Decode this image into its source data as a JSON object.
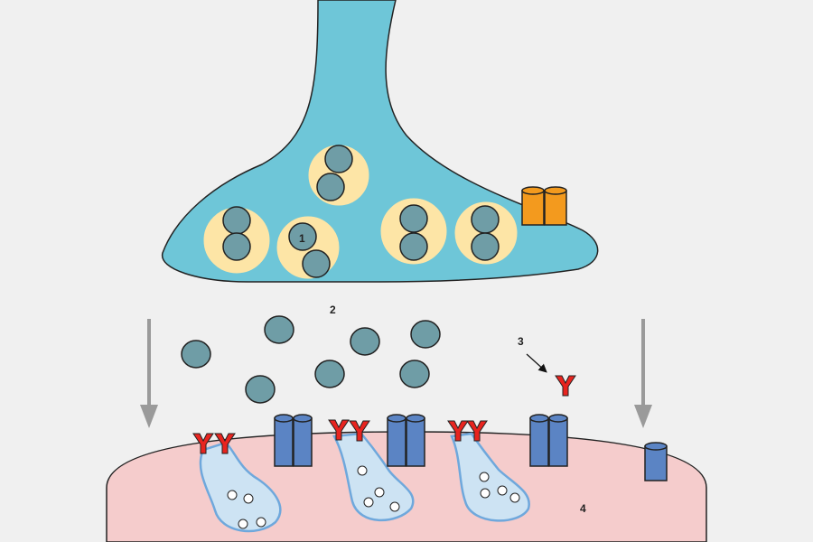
{
  "labels": {
    "one": "1",
    "two": "2",
    "three": "3",
    "four": "4"
  },
  "colors": {
    "background": "#f0f0f0",
    "presynaptic_terminal": "#6ec6d8",
    "vesicle": "#fde5a6",
    "neurotransmitter": "#6f9da6",
    "ion_channel_orange": "#f39a1e",
    "receptor": "#5b84c4",
    "antibody_red": "#e8241f",
    "postsynaptic_membrane": "#f5cccc",
    "endosome_fill": "#cde3f3",
    "endosome_outline": "#6fa8dc",
    "arrow_gray": "#9a9a9a"
  }
}
